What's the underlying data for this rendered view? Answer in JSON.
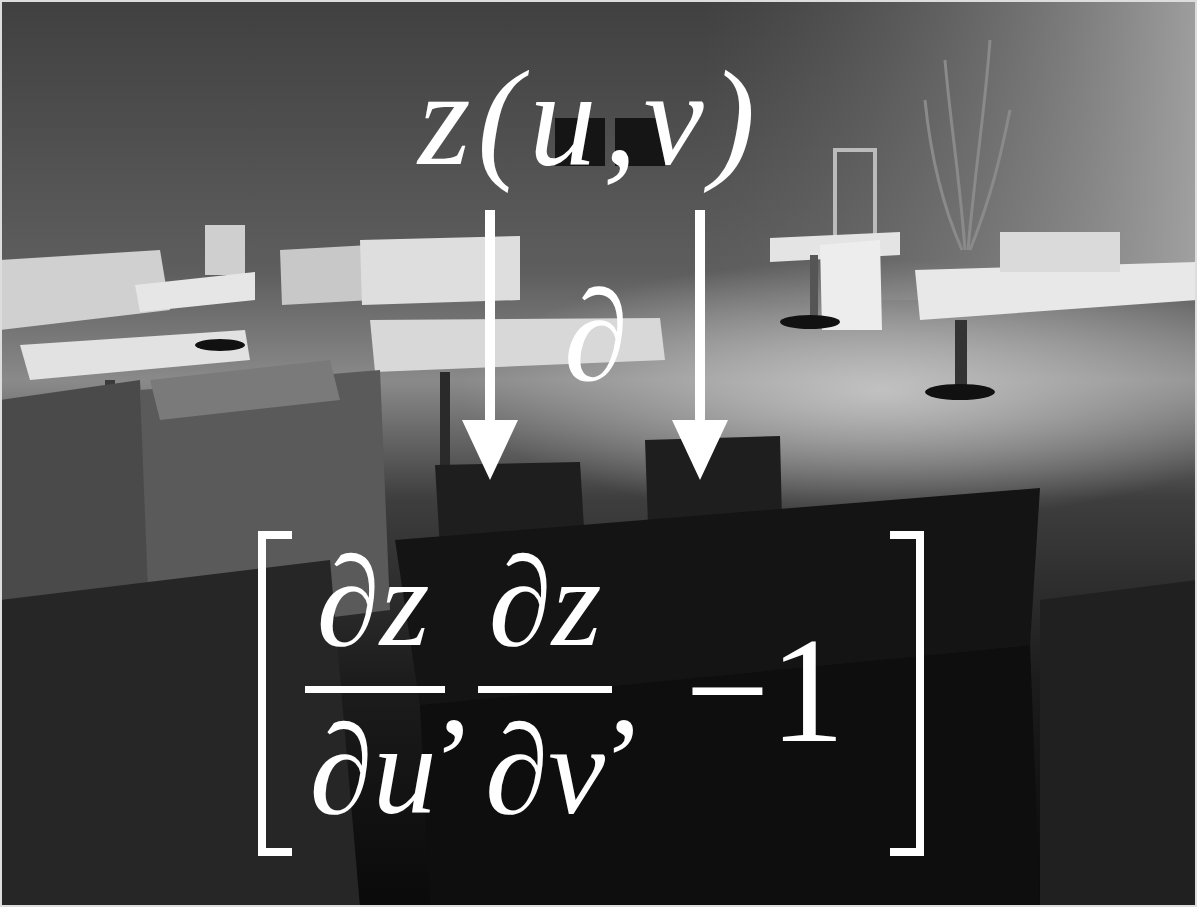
{
  "diagram": {
    "labels": [
      "z(u,v)",
      "∂",
      "∂z",
      "∂u",
      ",",
      "∂z",
      "∂v",
      ",",
      "−1"
    ]
  }
}
